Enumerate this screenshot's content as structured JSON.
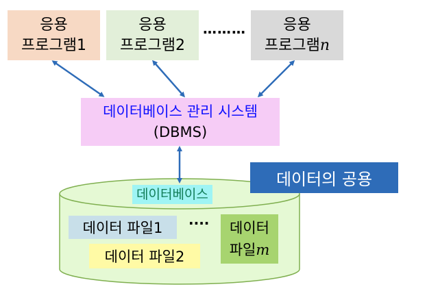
{
  "apps": [
    {
      "line1": "응용",
      "line2": "프로그램",
      "suffix": "1"
    },
    {
      "line1": "응용",
      "line2": "프로그램",
      "suffix": "2"
    },
    {
      "line1": "응용",
      "line2": "프로그램",
      "suffix": "n"
    }
  ],
  "apps_ellipsis": "………",
  "dbms": {
    "title": "데이터베이스 관리 시스템",
    "subtitle": "(DBMS)"
  },
  "shared_label": "데이터의 공용",
  "database": {
    "label": "데이터베이스",
    "file1": "데이터 파일1",
    "file2": "데이터 파일2",
    "ellipsis": "····",
    "filem_line1": "데이터",
    "filem_line2": "파일",
    "filem_suffix": "m"
  },
  "colors": {
    "arrow": "#2e6cb8",
    "cylinder_fill": "#e5f9d4",
    "cylinder_stroke": "#7faf4f"
  }
}
